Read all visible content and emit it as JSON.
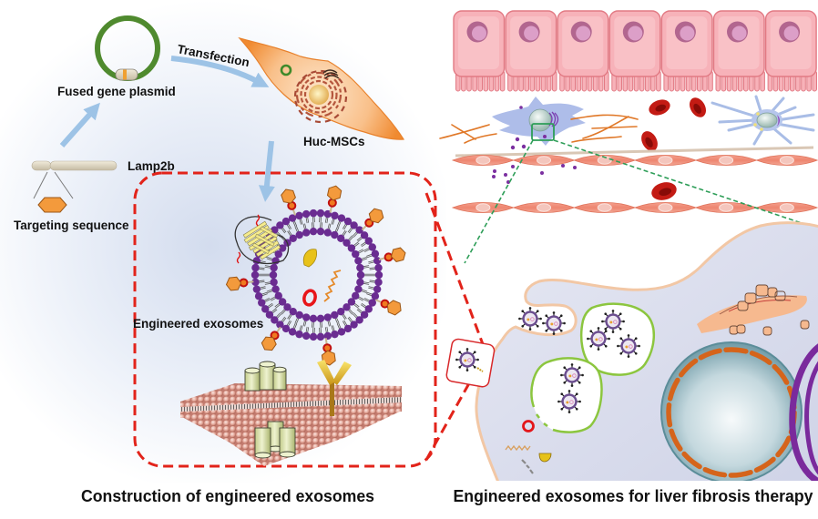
{
  "left_panel": {
    "caption": "Construction of engineered exosomes",
    "labels": {
      "fused_gene_plasmid": "Fused gene plasmid",
      "transfection": "Transfection",
      "huc_mscs": "Huc-MSCs",
      "lamp2b": "Lamp2b",
      "targeting_sequence": "Targeting sequence",
      "engineered_exosomes": "Engineered exosomes"
    }
  },
  "right_panel": {
    "caption": "Engineered exosomes for liver fibrosis therapy"
  },
  "colors": {
    "arrow": "#9dc3e6",
    "highlight_box": "#e2231a",
    "zoom_line": "#2e9e58",
    "plasmid": "#4f8a2e",
    "targeting_peptide": "#f39a3c",
    "exosome_lipid": "#6a2c91",
    "msc_cell": "#f39543",
    "hepatocyte_membrane": "#f2c7a5",
    "vesicle": "#8cc63f",
    "nucleus_envelope": "#d5641b",
    "text": "#111111"
  }
}
